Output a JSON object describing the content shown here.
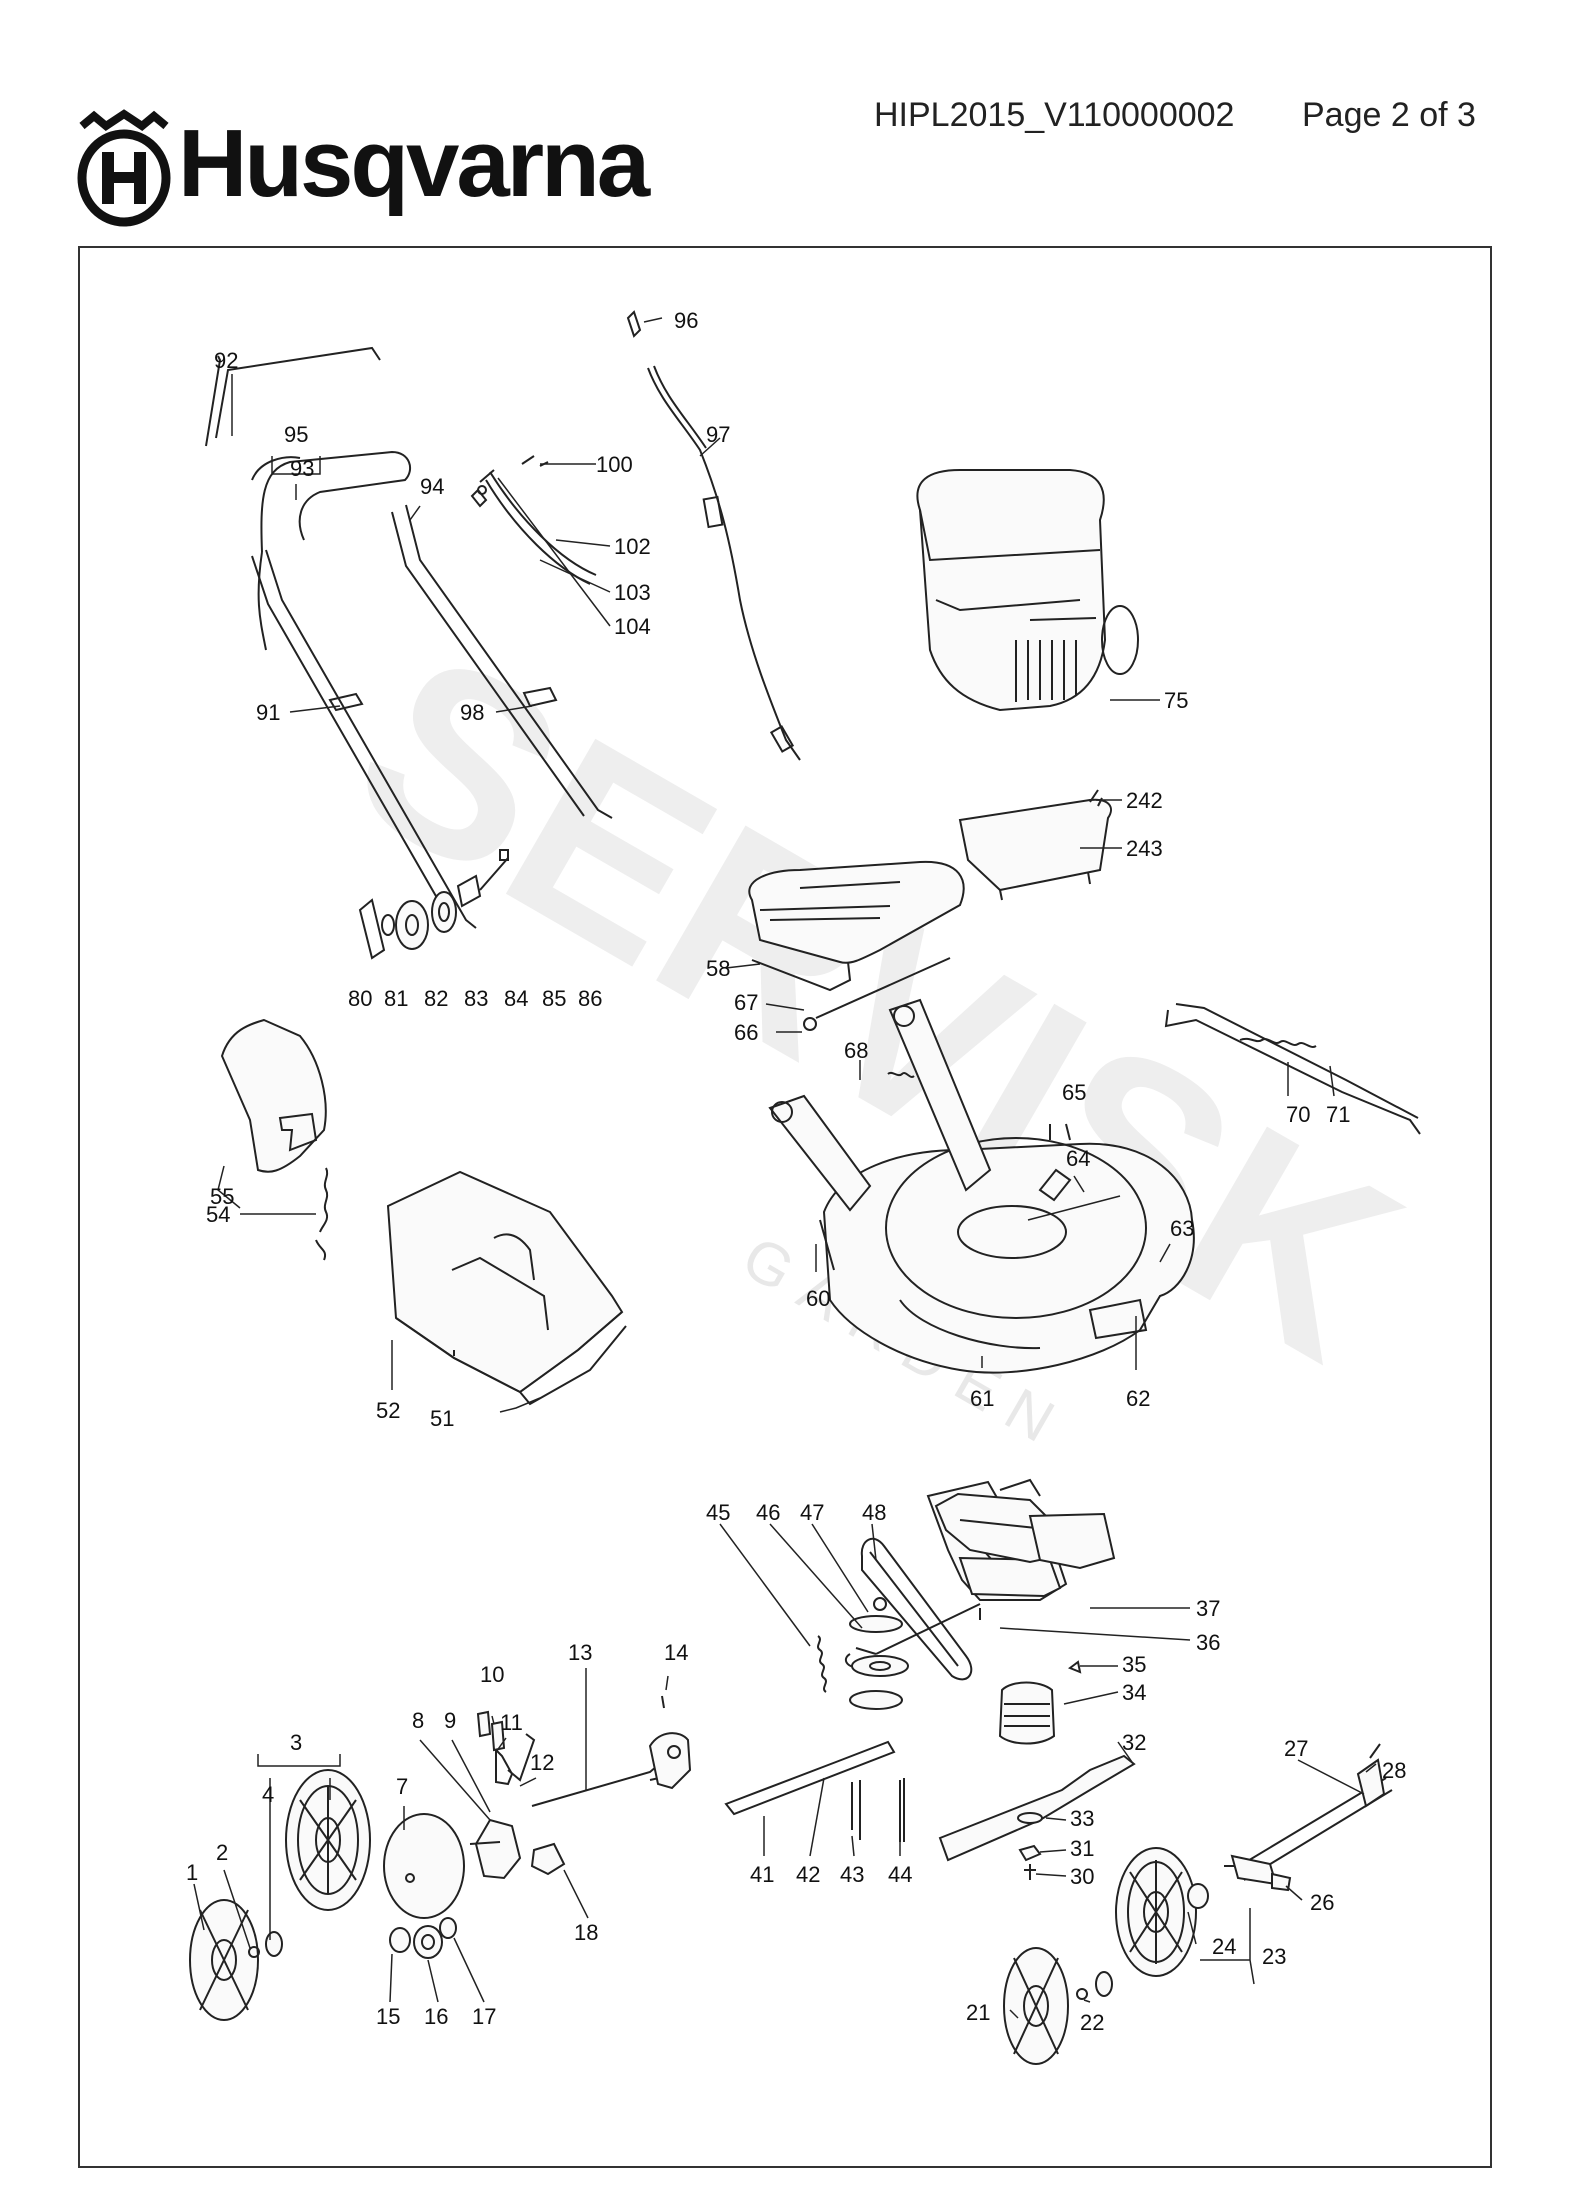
{
  "header": {
    "brand": "Husqvarna",
    "doc_id": "HIPL2015_V110000002",
    "page": "Page 2 of 3"
  },
  "watermark": {
    "text": "SERVISK",
    "sub": "GARDEN"
  },
  "labels": {
    "n1": "1",
    "n2": "2",
    "n3": "3",
    "n4": "4",
    "n7": "7",
    "n8": "8",
    "n9": "9",
    "n10": "10",
    "n11": "11",
    "n12": "12",
    "n13": "13",
    "n14": "14",
    "n15": "15",
    "n16": "16",
    "n17": "17",
    "n18": "18",
    "n21": "21",
    "n22": "22",
    "n23": "23",
    "n24": "24",
    "n26": "26",
    "n27": "27",
    "n28": "28",
    "n30": "30",
    "n31": "31",
    "n32": "32",
    "n33": "33",
    "n34": "34",
    "n35": "35",
    "n36": "36",
    "n37": "37",
    "n41": "41",
    "n42": "42",
    "n43": "43",
    "n44": "44",
    "n45": "45",
    "n46": "46",
    "n47": "47",
    "n48": "48",
    "n51": "51",
    "n52": "52",
    "n54": "54",
    "n55": "55",
    "n58": "58",
    "n60": "60",
    "n61": "61",
    "n62": "62",
    "n63": "63",
    "n64": "64",
    "n65": "65",
    "n66": "66",
    "n67": "67",
    "n68": "68",
    "n70": "70",
    "n71": "71",
    "n75": "75",
    "n80": "80",
    "n81": "81",
    "n82": "82",
    "n83": "83",
    "n84": "84",
    "n85": "85",
    "n86": "86",
    "n91": "91",
    "n92": "92",
    "n93": "93",
    "n94": "94",
    "n95": "95",
    "n96": "96",
    "n97": "97",
    "n98": "98",
    "n100": "100",
    "n102": "102",
    "n103": "103",
    "n104": "104",
    "n242": "242",
    "n243": "243"
  }
}
